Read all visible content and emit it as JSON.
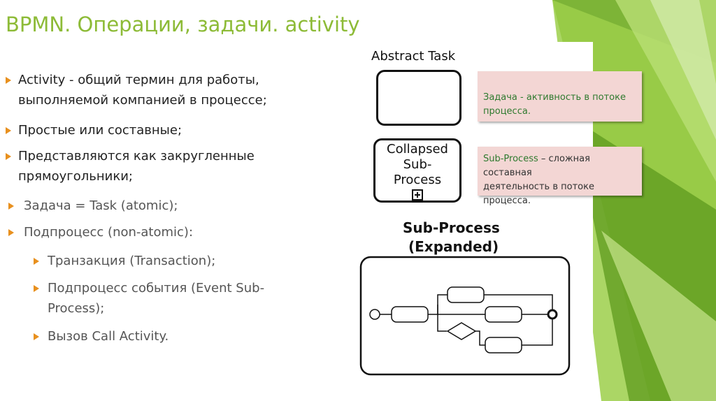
{
  "title": "BPMN. Операции, задачи. activity",
  "bullets": [
    {
      "level": 1,
      "text": "Activity  - общий термин для работы,\nвыполняемой компанией в процессе;"
    },
    {
      "level": 1,
      "text": "Простые или составные;"
    },
    {
      "level": 1,
      "text": "Представляются как закругленные\nпрямоугольники;"
    },
    {
      "level": 2,
      "text": "Задача = Task (atomic);"
    },
    {
      "level": 2,
      "text": "Подпроцесс (non-atomic):"
    },
    {
      "level": 3,
      "text": "Транзакция (Transaction);"
    },
    {
      "level": 3,
      "text": "Подпроцесс события (Event Sub-\nProcess);"
    },
    {
      "level": 3,
      "text": "Вызов Call Activity."
    }
  ],
  "diagram": {
    "abstract_task_label": "Abstract Task",
    "collapsed_label": "Collapsed\nSub-\nProcess",
    "expanded_title_line1": "Sub-Process",
    "expanded_title_line2": "(Expanded)"
  },
  "notes": {
    "task_note": "Задача - активность в потоке\nпроцесса.",
    "subprocess_note_term": "Sub-Process",
    "subprocess_note_rest": " – сложная составная\nдеятельность в потоке процесса."
  },
  "colors": {
    "title": "#8dbb37",
    "bullet": "#e8901e",
    "note_bg": "#f3d6d4",
    "green_dark": "#5e9a1e",
    "green_light": "#9ccf4a"
  }
}
